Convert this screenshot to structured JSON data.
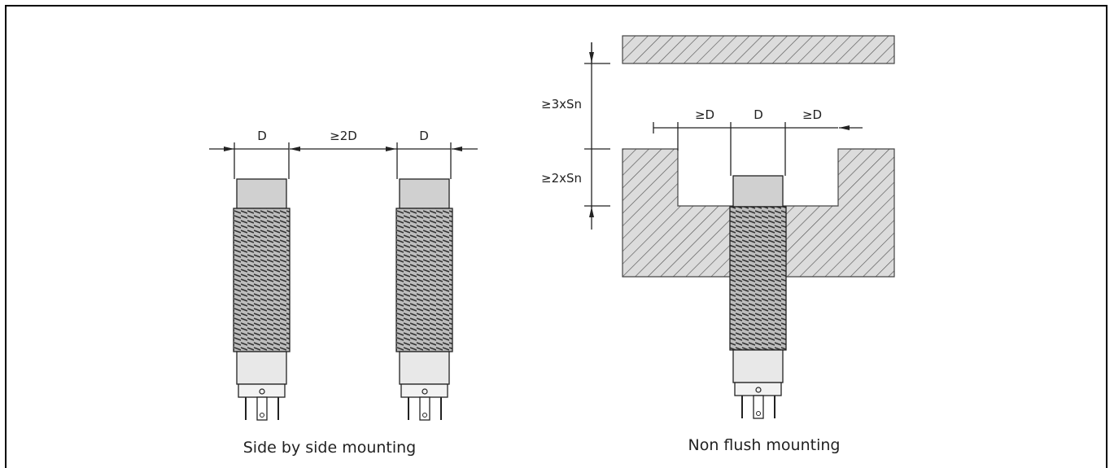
{
  "labels": {
    "side_d_left": "D",
    "side_gap": "≥2D",
    "side_d_right": "D",
    "nf_gap_left": "≥D",
    "nf_d": "D",
    "nf_gap_right": "≥D",
    "nf_top_clearance": "≥3xSn",
    "nf_recess_depth": "≥2xSn"
  },
  "captions": {
    "side": "Side by side mounting",
    "nonflush": "Non flush mounting"
  },
  "colors": {
    "outline": "#222222",
    "cap": "#d0d0d0",
    "body": "#e6e6e6",
    "hatch": "#555555",
    "hatch_bg": "#dcdcdc"
  }
}
